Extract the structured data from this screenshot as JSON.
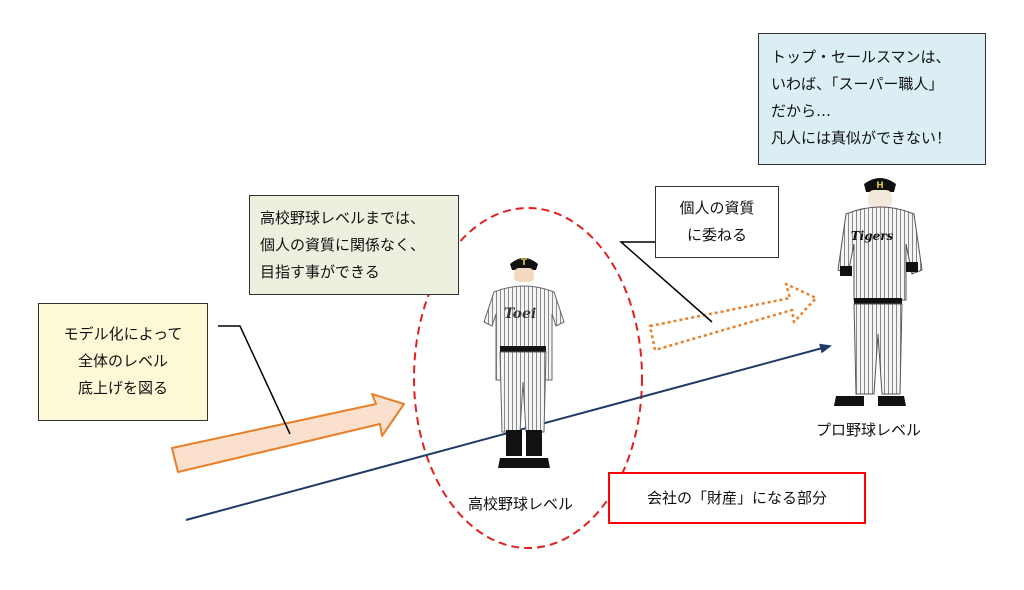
{
  "notes": {
    "model": {
      "lines": [
        "モデル化によって",
        "全体のレベル",
        "底上げを図る"
      ]
    },
    "highschool": {
      "lines": [
        "高校野球レベルまでは、",
        "個人の資質に関係なく、",
        "目指す事ができる"
      ]
    },
    "personal": {
      "lines": [
        "個人の資質",
        "に委ねる"
      ]
    },
    "top_sales": {
      "lines": [
        "トップ・セールスマンは、",
        "いわば、「スーパー職人」",
        "だから…",
        "凡人には真似ができない！"
      ]
    },
    "asset": {
      "text": "会社の「財産」になる部分"
    }
  },
  "labels": {
    "highschool_level": "高校野球レベル",
    "pro_level": "プロ野球レベル"
  },
  "uniforms": {
    "highschool_chest": "Toei",
    "pro_chest": "Tigers",
    "highschool_cap": "T",
    "pro_cap": "H"
  },
  "colors": {
    "model_fill": "#fdf9d7",
    "highschool_fill": "#ebf1de",
    "top_sales_fill": "#dbeef4",
    "asset_border": "#ff0000",
    "ellipse": "#e02020",
    "arrow_orange": "#e8802a",
    "arrow_orange_fill": "#fbe0cd",
    "trend_line": "#1f3a68"
  }
}
